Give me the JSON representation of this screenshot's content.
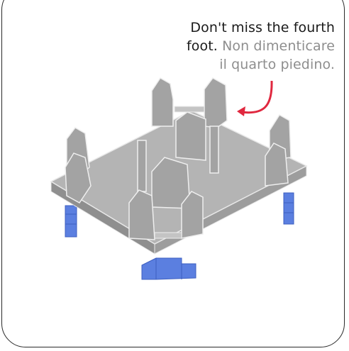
{
  "callout": {
    "line1_en": "Don't miss the fourth",
    "line2_en": "foot.",
    "line2_it": "Non dimenticare",
    "line3_it": "il quarto piedino."
  },
  "colors": {
    "plate": "#a8a8a8",
    "plate_top": "#b9b9b9",
    "post": "#9c9c9c",
    "foot_blue": "#4f74d6",
    "arrow": "#e0283f"
  },
  "icons": [
    "curved-arrow-icon"
  ]
}
